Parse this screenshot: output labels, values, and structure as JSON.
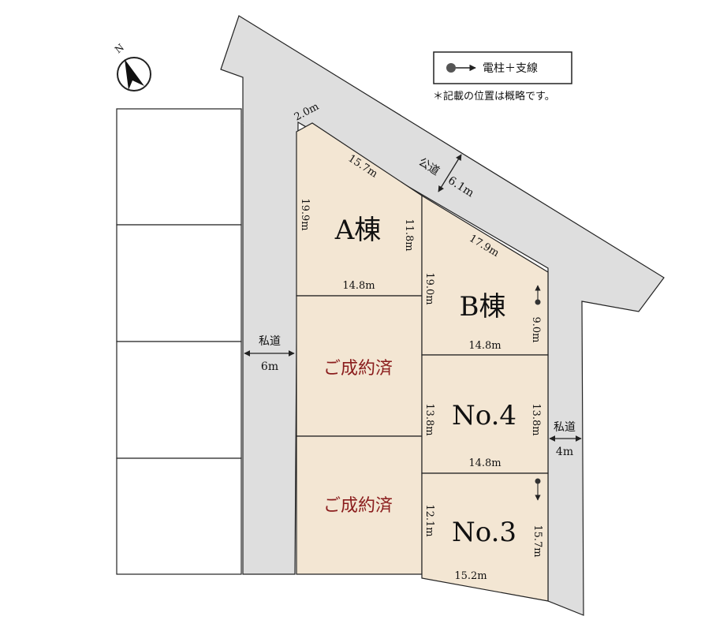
{
  "colors": {
    "lot_fill": "#f3e6d3",
    "road_fill": "#dedede",
    "sold_text": "#8a1c1c",
    "outline": "#222222"
  },
  "legend": {
    "label": "電柱＋支線",
    "note": "＊記載の位置は概略です。"
  },
  "north_label": "N",
  "roads": {
    "public": {
      "name": "公道",
      "width": "6.1m"
    },
    "private_left": {
      "name": "私道",
      "width": "6m"
    },
    "private_right": {
      "name": "私道",
      "width": "4m"
    }
  },
  "lots": {
    "a": {
      "name": "A棟",
      "top": "15.7m",
      "left": "19.9m",
      "right": "11.8m",
      "bottom": "14.8m",
      "corner": "2.0m"
    },
    "b": {
      "name": "B棟",
      "top": "17.9m",
      "left": "19.0m",
      "right": "9.0m",
      "bottom": "14.8m"
    },
    "sold1": {
      "status": "ご成約済"
    },
    "no4": {
      "name": "No.4",
      "left": "13.8m",
      "right": "13.8m",
      "bottom": "14.8m"
    },
    "sold2": {
      "status": "ご成約済"
    },
    "no3": {
      "name": "No.3",
      "left": "12.1m",
      "right": "15.7m",
      "bottom": "15.2m"
    }
  }
}
